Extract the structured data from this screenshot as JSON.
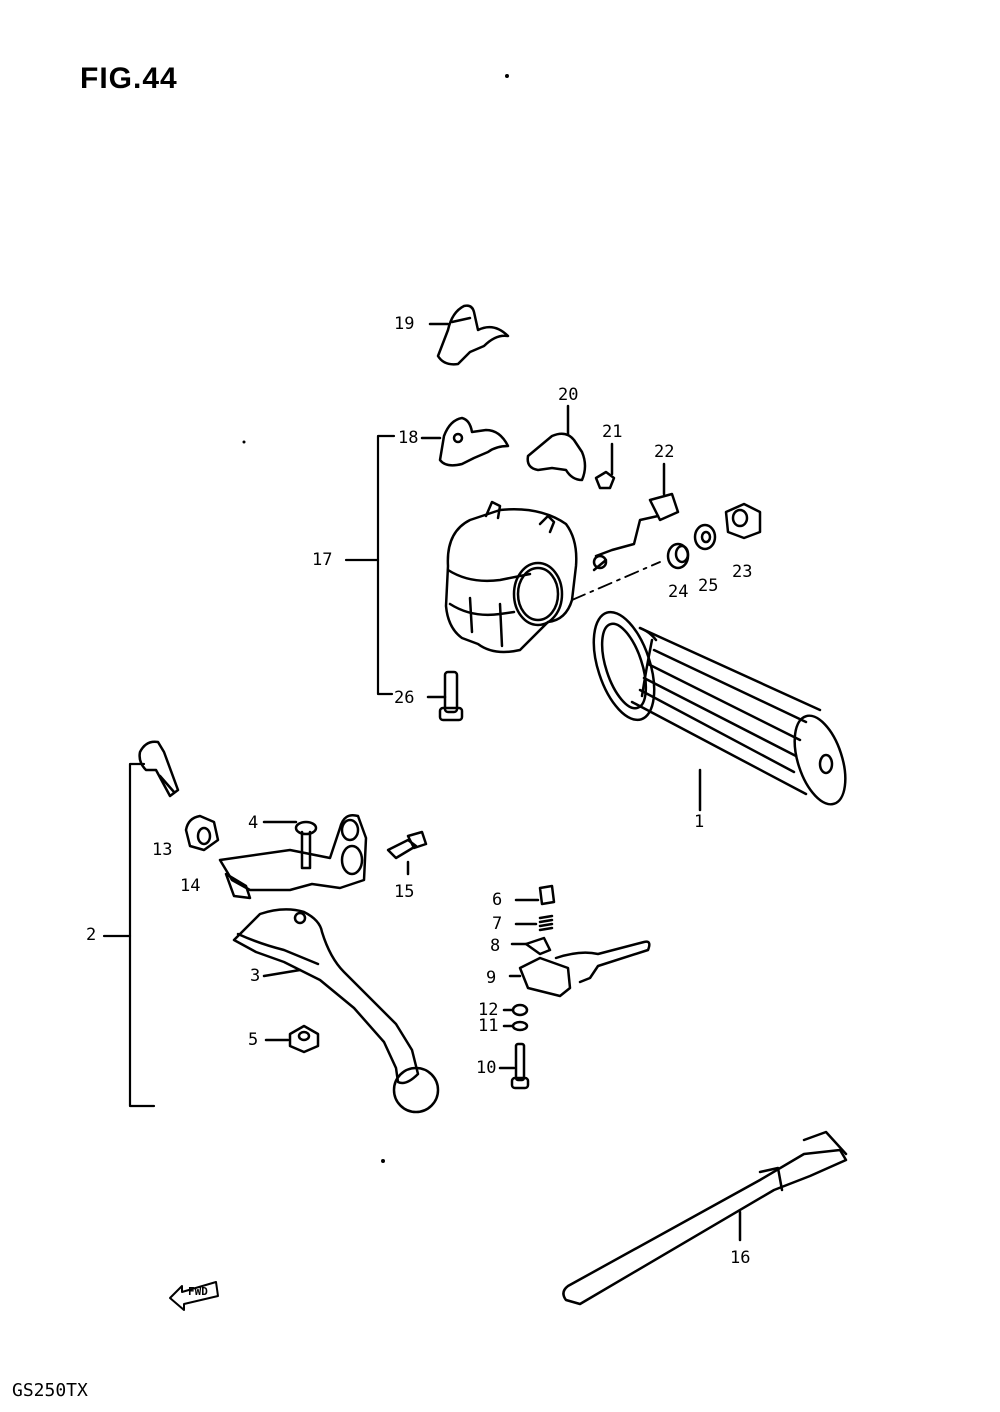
{
  "figure": {
    "title": "FIG.44",
    "model": "GS250TX",
    "fwd_label": "FWD"
  },
  "callouts": [
    {
      "id": "1",
      "label": "1"
    },
    {
      "id": "2",
      "label": "2"
    },
    {
      "id": "3",
      "label": "3"
    },
    {
      "id": "4",
      "label": "4"
    },
    {
      "id": "5",
      "label": "5"
    },
    {
      "id": "6",
      "label": "6"
    },
    {
      "id": "7",
      "label": "7"
    },
    {
      "id": "8",
      "label": "8"
    },
    {
      "id": "9",
      "label": "9"
    },
    {
      "id": "10",
      "label": "10"
    },
    {
      "id": "11",
      "label": "11"
    },
    {
      "id": "12",
      "label": "12"
    },
    {
      "id": "13",
      "label": "13"
    },
    {
      "id": "14",
      "label": "14"
    },
    {
      "id": "15",
      "label": "15"
    },
    {
      "id": "16",
      "label": "16"
    },
    {
      "id": "17",
      "label": "17"
    },
    {
      "id": "18",
      "label": "18"
    },
    {
      "id": "19",
      "label": "19"
    },
    {
      "id": "20",
      "label": "20"
    },
    {
      "id": "21",
      "label": "21"
    },
    {
      "id": "22",
      "label": "22"
    },
    {
      "id": "23",
      "label": "23"
    },
    {
      "id": "24",
      "label": "24"
    },
    {
      "id": "25",
      "label": "25"
    },
    {
      "id": "26",
      "label": "26"
    }
  ]
}
